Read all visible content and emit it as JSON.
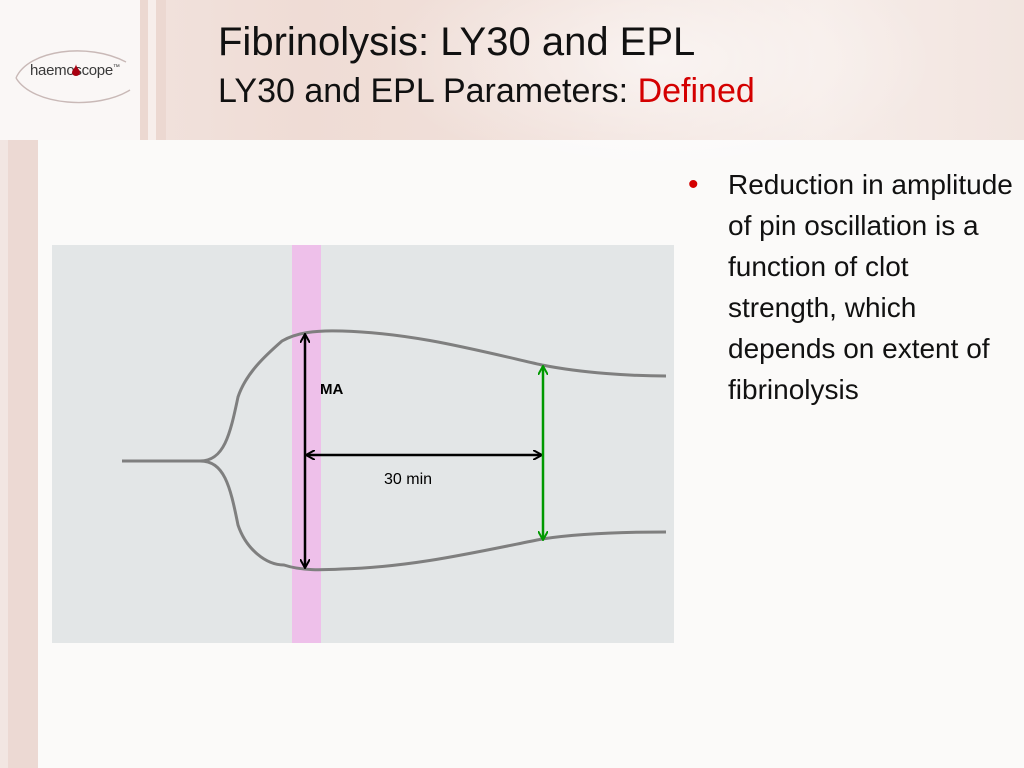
{
  "logo": {
    "text": "haemoscope",
    "tm": "™"
  },
  "slide": {
    "title": "Fibrinolysis: LY30 and EPL",
    "subtitle_main": "LY30 and EPL Parameters: ",
    "subtitle_accent": "Defined"
  },
  "diagram": {
    "ma_label": "MA",
    "time_label": "30 min"
  },
  "bullets": [
    {
      "text": "Reduction in amplitude of pin oscillation is a function of clot strength, which depends on extent of fibrinolysis"
    }
  ],
  "colors": {
    "accent": "#d40000",
    "band": "#eec0ea",
    "arrow_ly30": "#009900",
    "curve": "#7f7f7f",
    "panel": "#e3e6e7"
  },
  "icons": {
    "bullet": "bullet-dot-icon",
    "logo_drop": "blood-drop-icon"
  }
}
